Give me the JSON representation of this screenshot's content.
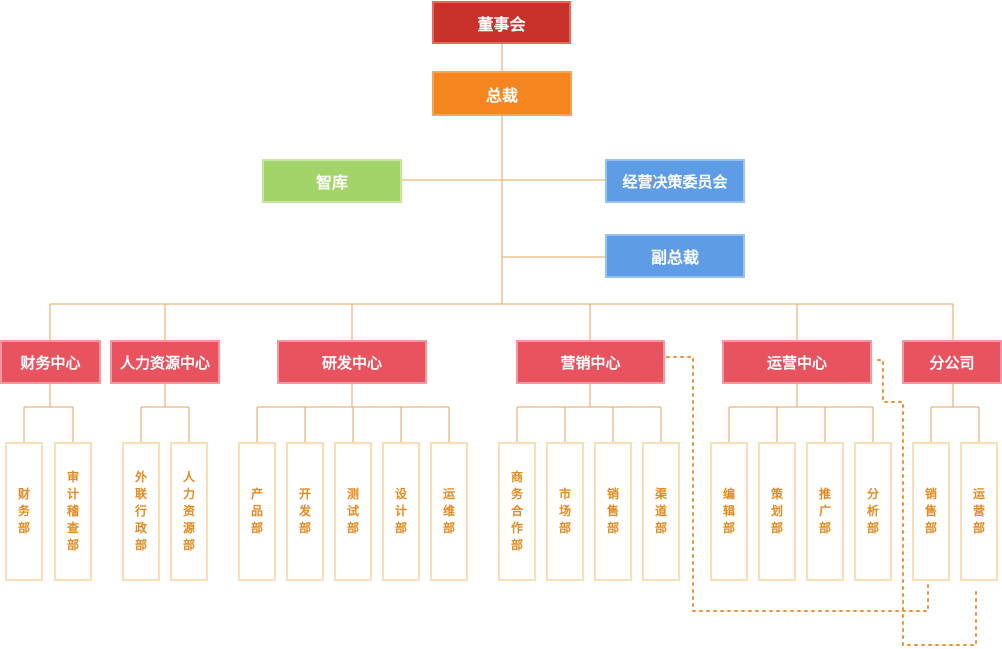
{
  "board": {
    "label": "董事会"
  },
  "ceo": {
    "label": "总裁"
  },
  "think_tank": {
    "label": "智库"
  },
  "committee": {
    "label": "经营决策委员会"
  },
  "vice_president": {
    "label": "副总裁"
  },
  "centers": [
    {
      "label": "财务中心"
    },
    {
      "label": "人力资源中心"
    },
    {
      "label": "研发中心"
    },
    {
      "label": "营销中心"
    },
    {
      "label": "运营中心"
    },
    {
      "label": "分公司"
    }
  ],
  "departments": [
    {
      "label": "财务部"
    },
    {
      "label": "审计稽查部"
    },
    {
      "label": "外联行政部"
    },
    {
      "label": "人力资源部"
    },
    {
      "label": "产品部"
    },
    {
      "label": "开发部"
    },
    {
      "label": "测试部"
    },
    {
      "label": "设计部"
    },
    {
      "label": "运维部"
    },
    {
      "label": "商务合作部"
    },
    {
      "label": "市场部"
    },
    {
      "label": "销售部"
    },
    {
      "label": "渠道部"
    },
    {
      "label": "编辑部"
    },
    {
      "label": "策划部"
    },
    {
      "label": "推广部"
    },
    {
      "label": "分析部"
    },
    {
      "label": "销售部"
    },
    {
      "label": "运营部"
    }
  ],
  "colors": {
    "board": "#c9322a",
    "ceo": "#f5861f",
    "think_tank": "#a2d46a",
    "committee": "#5e9de6",
    "center": "#e8535f",
    "department_text": "#e38b22",
    "department_border": "#fadfb6",
    "line": "#e3a45a"
  }
}
